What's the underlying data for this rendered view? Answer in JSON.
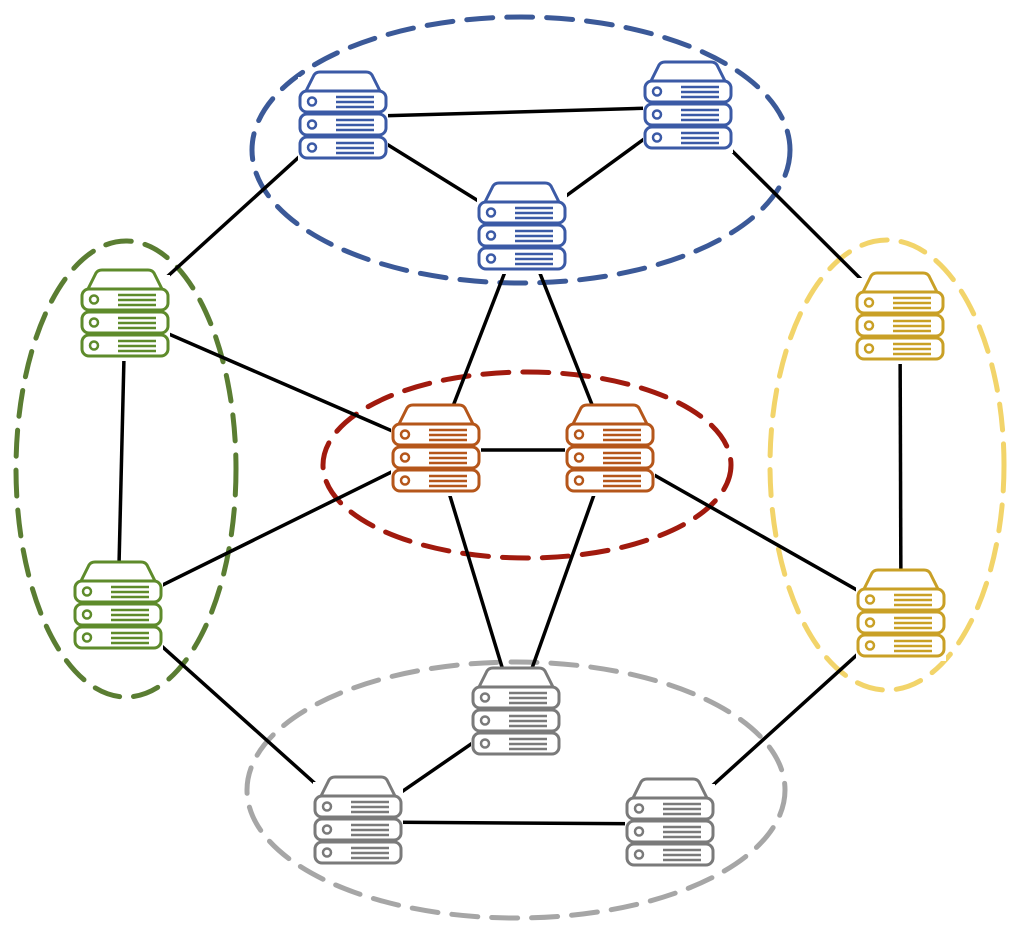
{
  "diagram": {
    "type": "network-topology",
    "clusters": [
      {
        "id": "blue",
        "color": "#3b5998",
        "nodes": [
          "b1",
          "b2",
          "b3"
        ]
      },
      {
        "id": "green",
        "color": "#5a7d32",
        "nodes": [
          "g1",
          "g2"
        ]
      },
      {
        "id": "red",
        "color": "#a11a0e",
        "nodes": [
          "r1",
          "r2"
        ]
      },
      {
        "id": "yellow",
        "color": "#f2d46a",
        "nodes": [
          "y1",
          "y2"
        ]
      },
      {
        "id": "gray",
        "color": "#a6a6a6",
        "nodes": [
          "s1",
          "s2",
          "s3"
        ]
      }
    ],
    "nodes": [
      {
        "id": "b1",
        "cluster": "blue",
        "icon": "server-icon",
        "stroke": "#3b5aa6"
      },
      {
        "id": "b2",
        "cluster": "blue",
        "icon": "server-icon",
        "stroke": "#3b5aa6"
      },
      {
        "id": "b3",
        "cluster": "blue",
        "icon": "server-icon",
        "stroke": "#3b5aa6"
      },
      {
        "id": "g1",
        "cluster": "green",
        "icon": "server-icon",
        "stroke": "#5e8b2b"
      },
      {
        "id": "g2",
        "cluster": "green",
        "icon": "server-icon",
        "stroke": "#5e8b2b"
      },
      {
        "id": "r1",
        "cluster": "red",
        "icon": "server-icon",
        "stroke": "#b5561a"
      },
      {
        "id": "r2",
        "cluster": "red",
        "icon": "server-icon",
        "stroke": "#b5561a"
      },
      {
        "id": "y1",
        "cluster": "yellow",
        "icon": "server-icon",
        "stroke": "#c9a026"
      },
      {
        "id": "y2",
        "cluster": "yellow",
        "icon": "server-icon",
        "stroke": "#c9a026"
      },
      {
        "id": "s1",
        "cluster": "gray",
        "icon": "server-icon",
        "stroke": "#7a7a7a"
      },
      {
        "id": "s2",
        "cluster": "gray",
        "icon": "server-icon",
        "stroke": "#7a7a7a"
      },
      {
        "id": "s3",
        "cluster": "gray",
        "icon": "server-icon",
        "stroke": "#7a7a7a"
      }
    ],
    "edges": [
      [
        "b1",
        "b2"
      ],
      [
        "b1",
        "b3"
      ],
      [
        "b2",
        "b3"
      ],
      [
        "b1",
        "g1"
      ],
      [
        "b2",
        "y1"
      ],
      [
        "b3",
        "r1"
      ],
      [
        "b3",
        "r2"
      ],
      [
        "g1",
        "g2"
      ],
      [
        "g1",
        "r1"
      ],
      [
        "g2",
        "r1"
      ],
      [
        "g2",
        "s2"
      ],
      [
        "r1",
        "r2"
      ],
      [
        "r1",
        "s1"
      ],
      [
        "r2",
        "s1"
      ],
      [
        "r2",
        "y2"
      ],
      [
        "y1",
        "y2"
      ],
      [
        "y2",
        "s3"
      ],
      [
        "s1",
        "s2"
      ],
      [
        "s2",
        "s3"
      ]
    ],
    "edge_color": "#000000"
  }
}
